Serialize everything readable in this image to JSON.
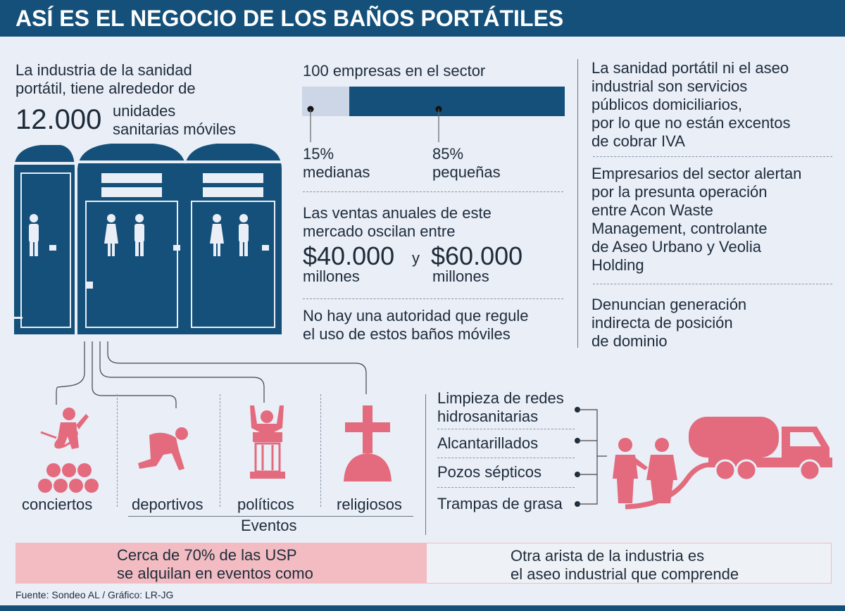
{
  "header": {
    "title": "ASÍ ES EL NEGOCIO DE LOS BAÑOS PORTÁTILES"
  },
  "units": {
    "intro": [
      "La industria de la sanidad",
      "portátil, tiene alrededor de"
    ],
    "number": "12.000",
    "label": [
      "unidades",
      "sanitarias móviles"
    ]
  },
  "companies": {
    "title": "100 empresas en el sector",
    "segments": [
      {
        "pct": "15%",
        "label": "medianas",
        "fraction": 0.18,
        "color": "#ccd6e6"
      },
      {
        "pct": "85%",
        "label": "pequeñas",
        "fraction": 0.82,
        "color": "#14507a"
      }
    ]
  },
  "sales": {
    "text": [
      "Las ventas anuales de este",
      "mercado oscilan entre"
    ],
    "min": "$40.000",
    "connector": "y",
    "max": "$60.000",
    "unit": "millones"
  },
  "authority": [
    "No hay una autoridad que regule",
    "el uso de estos baños móviles"
  ],
  "facts": [
    [
      "La sanidad portátil ni el aseo",
      "industrial son servicios",
      "públicos domiciliarios,",
      "por lo que no están excentos",
      "de cobrar IVA"
    ],
    [
      "Empresarios del sector alertan",
      "por la presunta operación",
      "entre Acon Waste",
      "Management, controlante",
      "de Aseo Urbano y Veolia",
      "Holding"
    ],
    [
      "Denuncian generación",
      "indirecta de posición",
      "de dominio"
    ]
  ],
  "events": {
    "title": "Eventos",
    "items": [
      {
        "label": "conciertos",
        "icon": "guitarist-icon"
      },
      {
        "label": "deportivos",
        "icon": "runner-icon"
      },
      {
        "label": "políticos",
        "icon": "podium-speaker-icon"
      },
      {
        "label": "religiosos",
        "icon": "cross-icon"
      }
    ]
  },
  "industrial": {
    "services": [
      [
        "Limpieza de redes",
        "hidrosanitarias"
      ],
      [
        "Alcantarillados"
      ],
      [
        "Pozos sépticos"
      ],
      [
        "Trampas de grasa"
      ]
    ]
  },
  "boxes": {
    "left": [
      "Cerca de 70% de las USP",
      "se alquilan en eventos como"
    ],
    "right": [
      "Otra arista de la industria es",
      "el aseo industrial que comprende"
    ]
  },
  "footer": "Fuente: Sondeo AL / Gráfico: LR-JG",
  "colors": {
    "navy": "#14507a",
    "pink": "#e36b7d",
    "light_pink": "#f2bcc2"
  }
}
